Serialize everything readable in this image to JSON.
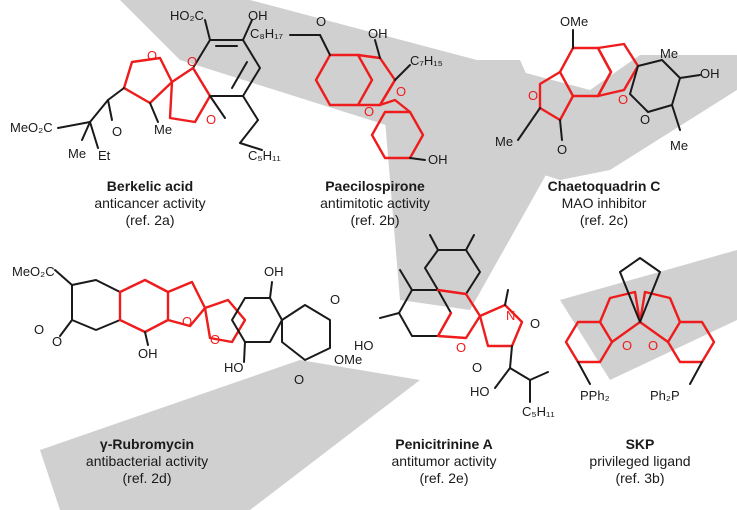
{
  "compounds": [
    {
      "name": "Berkelic acid",
      "activity": "anticancer activity",
      "ref": "(ref. 2a)"
    },
    {
      "name": "Paecilospirone",
      "activity": "antimitotic activity",
      "ref": "(ref. 2b)"
    },
    {
      "name": "Chaetoquadrin C",
      "activity": "MAO inhibitor",
      "ref": "(ref. 2c)"
    },
    {
      "name": "γ-Rubromycin",
      "activity": "antibacterial activity",
      "ref": "(ref. 2d)"
    },
    {
      "name": "Penicitrinine A",
      "activity": "antitumor activity",
      "ref": "(ref. 2e)"
    },
    {
      "name": "SKP",
      "activity": "privileged ligand",
      "ref": "(ref. 3b)"
    }
  ],
  "labels": {
    "ho2c": "HO₂C",
    "oh": "OH",
    "o": "O",
    "meo2c": "MeO₂C",
    "me": "Me",
    "et": "Et",
    "c5h11": "C₅H₁₁",
    "c8h17": "C₈H₁₇",
    "c7h15": "C₇H₁₅",
    "ome": "OMe",
    "ho": "HO",
    "n": "N",
    "pph2": "PPh₂",
    "ph2p": "Ph₂P"
  },
  "colors": {
    "highlight": "#ee1c1c",
    "ink": "#1a1a1a",
    "watermark": "#c8c8c8"
  }
}
